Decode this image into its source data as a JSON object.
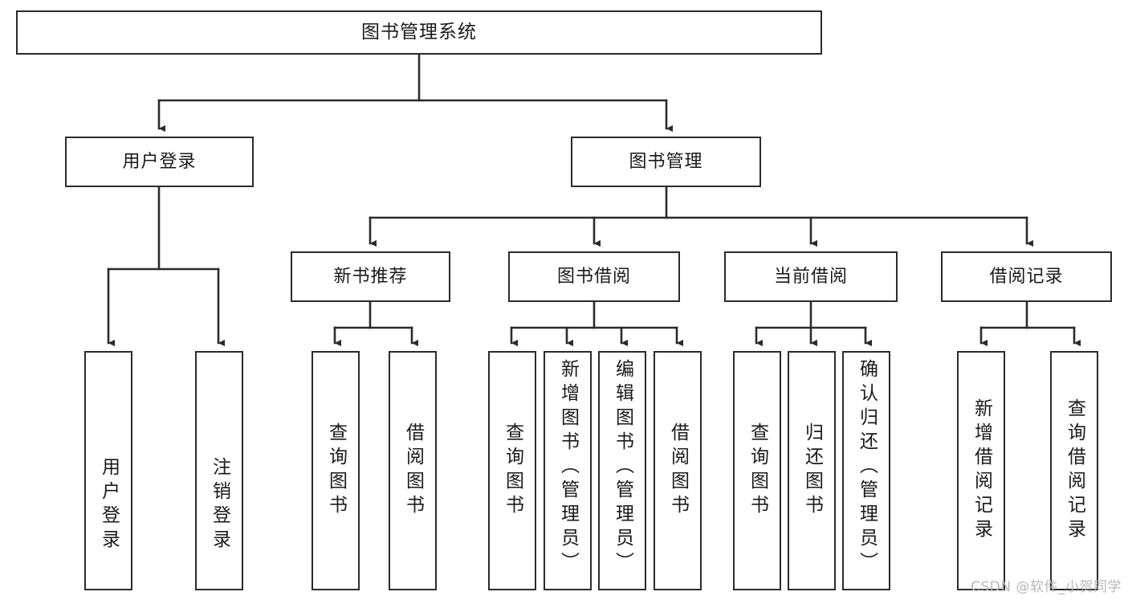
{
  "diagram": {
    "title": "图书管理系统",
    "type": "tree",
    "orientation": "top-down",
    "colors": {
      "box_border": "#2b2b2b",
      "box_fill": "#ffffff",
      "connector": "#2b2b2b",
      "text": "#1a1a1a",
      "watermark": "#b8b8b8",
      "background": "#ffffff"
    },
    "root": {
      "label": "图书管理系统"
    },
    "level2": [
      {
        "label": "用户登录"
      },
      {
        "label": "图书管理"
      }
    ],
    "level3": [
      {
        "label": "新书推荐"
      },
      {
        "label": "图书借阅"
      },
      {
        "label": "当前借阅"
      },
      {
        "label": "借阅记录"
      }
    ],
    "leaves": {
      "user_login": [
        {
          "label": "用户登录"
        },
        {
          "label": "注销登录"
        }
      ],
      "new_book_recommend": [
        {
          "label": "查询图书"
        },
        {
          "label": "借阅图书"
        }
      ],
      "book_borrow": [
        {
          "label": "查询图书"
        },
        {
          "label": "新增图书（管理员）"
        },
        {
          "label": "编辑图书（管理员）"
        },
        {
          "label": "借阅图书"
        }
      ],
      "current_borrow": [
        {
          "label": "查询图书"
        },
        {
          "label": "归还图书"
        },
        {
          "label": "确认归还（管理员）"
        }
      ],
      "borrow_record": [
        {
          "label": "新增借阅记录"
        },
        {
          "label": "查询借阅记录"
        }
      ]
    }
  },
  "watermark": {
    "text": "CSDN @软件_小贺同学"
  }
}
